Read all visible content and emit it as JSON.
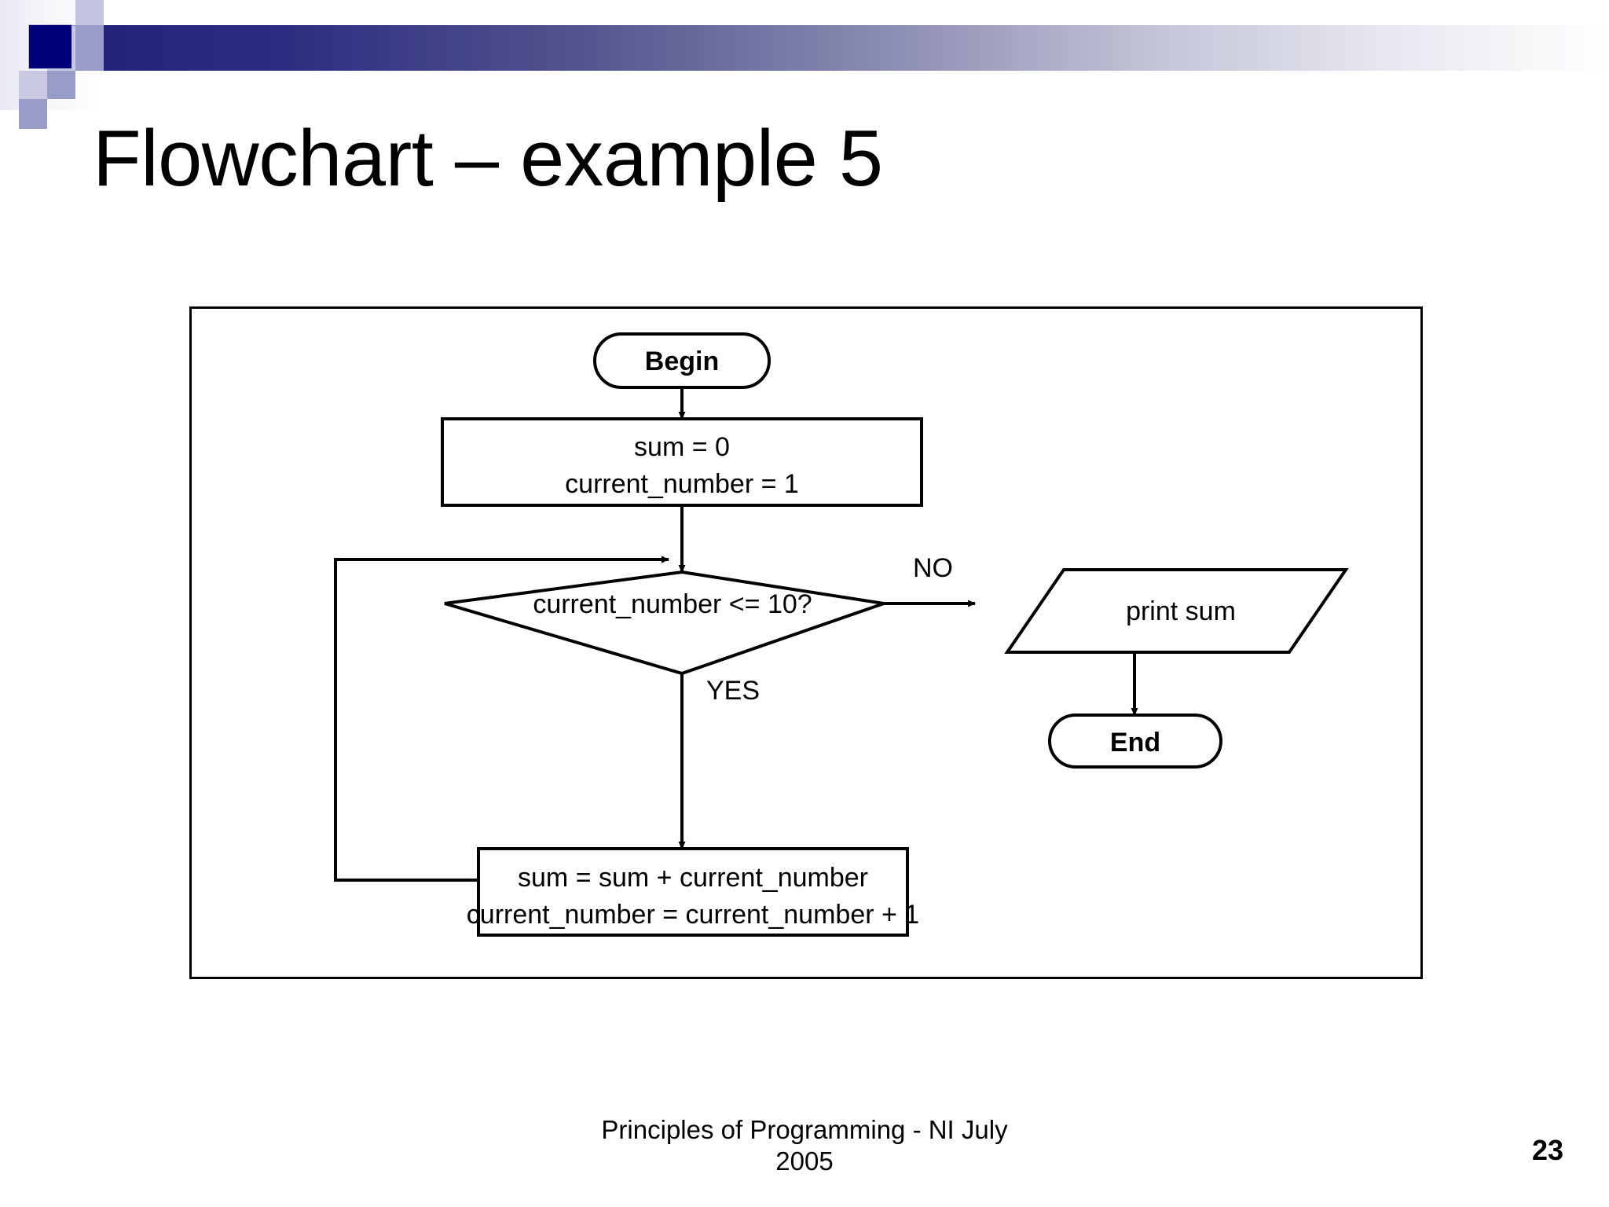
{
  "slide": {
    "title": "Flowchart – example 5",
    "page_number": "23",
    "footer_line1": "Principles of Programming - NI July",
    "footer_line2": "2005"
  },
  "theme": {
    "accent_navy": "#00007a",
    "gradient_start": "#232479",
    "gradient_end": "#ffffff",
    "tile_light": "#c9cae2",
    "tile_mid": "#9a9cc8",
    "line_color": "#000000",
    "background": "#ffffff"
  },
  "chart_data": {
    "type": "diagram",
    "diagram_kind": "flowchart",
    "title": "Flowchart – example 5",
    "nodes": [
      {
        "id": "begin",
        "shape": "terminator",
        "text": "Begin",
        "bold": true
      },
      {
        "id": "init",
        "shape": "process",
        "text_line1": "sum = 0",
        "text_line2": "current_number = 1",
        "bold": false
      },
      {
        "id": "decision",
        "shape": "decision",
        "text": "current_number <= 10?",
        "bold": false
      },
      {
        "id": "accum",
        "shape": "process",
        "text_line1": "sum = sum + current_number",
        "text_line2": "current_number = current_number + 1",
        "bold": false
      },
      {
        "id": "output",
        "shape": "parallelogram",
        "text": "print sum",
        "bold": false
      },
      {
        "id": "end",
        "shape": "terminator",
        "text": "End",
        "bold": true
      }
    ],
    "edges": [
      {
        "from": "begin",
        "to": "init",
        "label": ""
      },
      {
        "from": "init",
        "to": "decision",
        "label": ""
      },
      {
        "from": "decision",
        "to": "accum",
        "label": "YES"
      },
      {
        "from": "decision",
        "to": "output",
        "label": "NO"
      },
      {
        "from": "accum",
        "to": "decision",
        "label": ""
      },
      {
        "from": "output",
        "to": "end",
        "label": ""
      }
    ],
    "labels": {
      "yes": "YES",
      "no": "NO"
    }
  }
}
